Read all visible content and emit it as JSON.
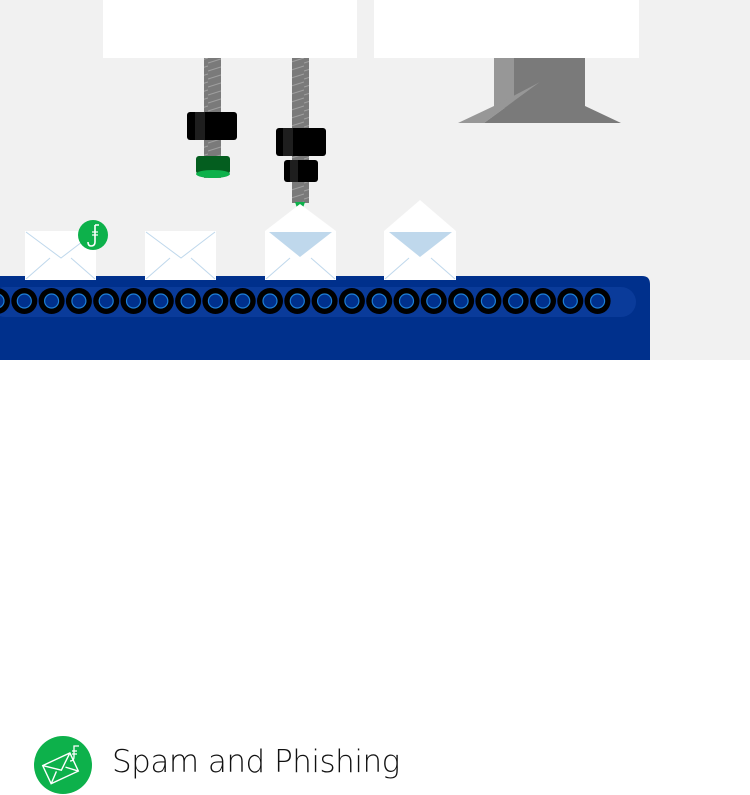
{
  "caption": {
    "title": "Spam and Phishing",
    "icon": "phishing-email-icon"
  },
  "scene": {
    "description": "Email conveyor belt with scanning machines",
    "envelopes": [
      {
        "state": "closed",
        "flagged": true,
        "badge_icon": "fishing-hook-icon"
      },
      {
        "state": "closed",
        "flagged": false
      },
      {
        "state": "open",
        "flagged": false
      },
      {
        "state": "open",
        "flagged": false
      }
    ]
  },
  "colors": {
    "accent_green": "#0db14b",
    "belt_blue": "#00308c",
    "background": "#f1f1f1"
  }
}
